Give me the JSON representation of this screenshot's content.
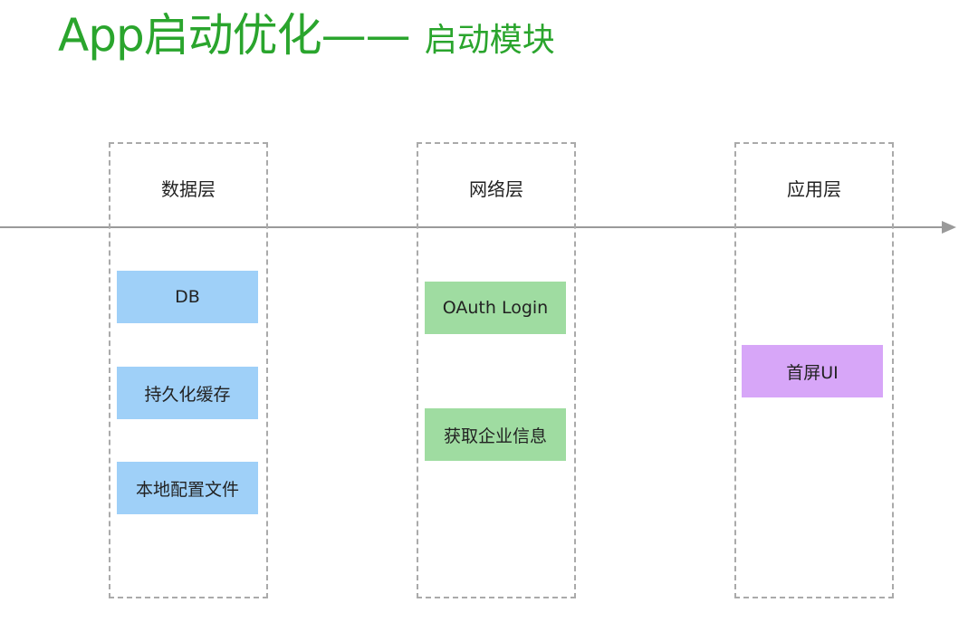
{
  "title": {
    "main": "App启动优化——",
    "sub": "启动模块"
  },
  "colors": {
    "title": "#2aa52d",
    "db_boxes": "#9fd0f8",
    "network_boxes": "#9fdca1",
    "app_boxes": "#d7a6f8",
    "dashed_border": "#aaaaaa",
    "timeline": "#9a9a9a"
  },
  "layers": {
    "data": {
      "title": "数据层",
      "items": [
        "DB",
        "持久化缓存",
        "本地配置文件"
      ]
    },
    "network": {
      "title": "网络层",
      "items": [
        "OAuth Login",
        "获取企业信息"
      ]
    },
    "app": {
      "title": "应用层",
      "items": [
        "首屏UI"
      ]
    }
  }
}
